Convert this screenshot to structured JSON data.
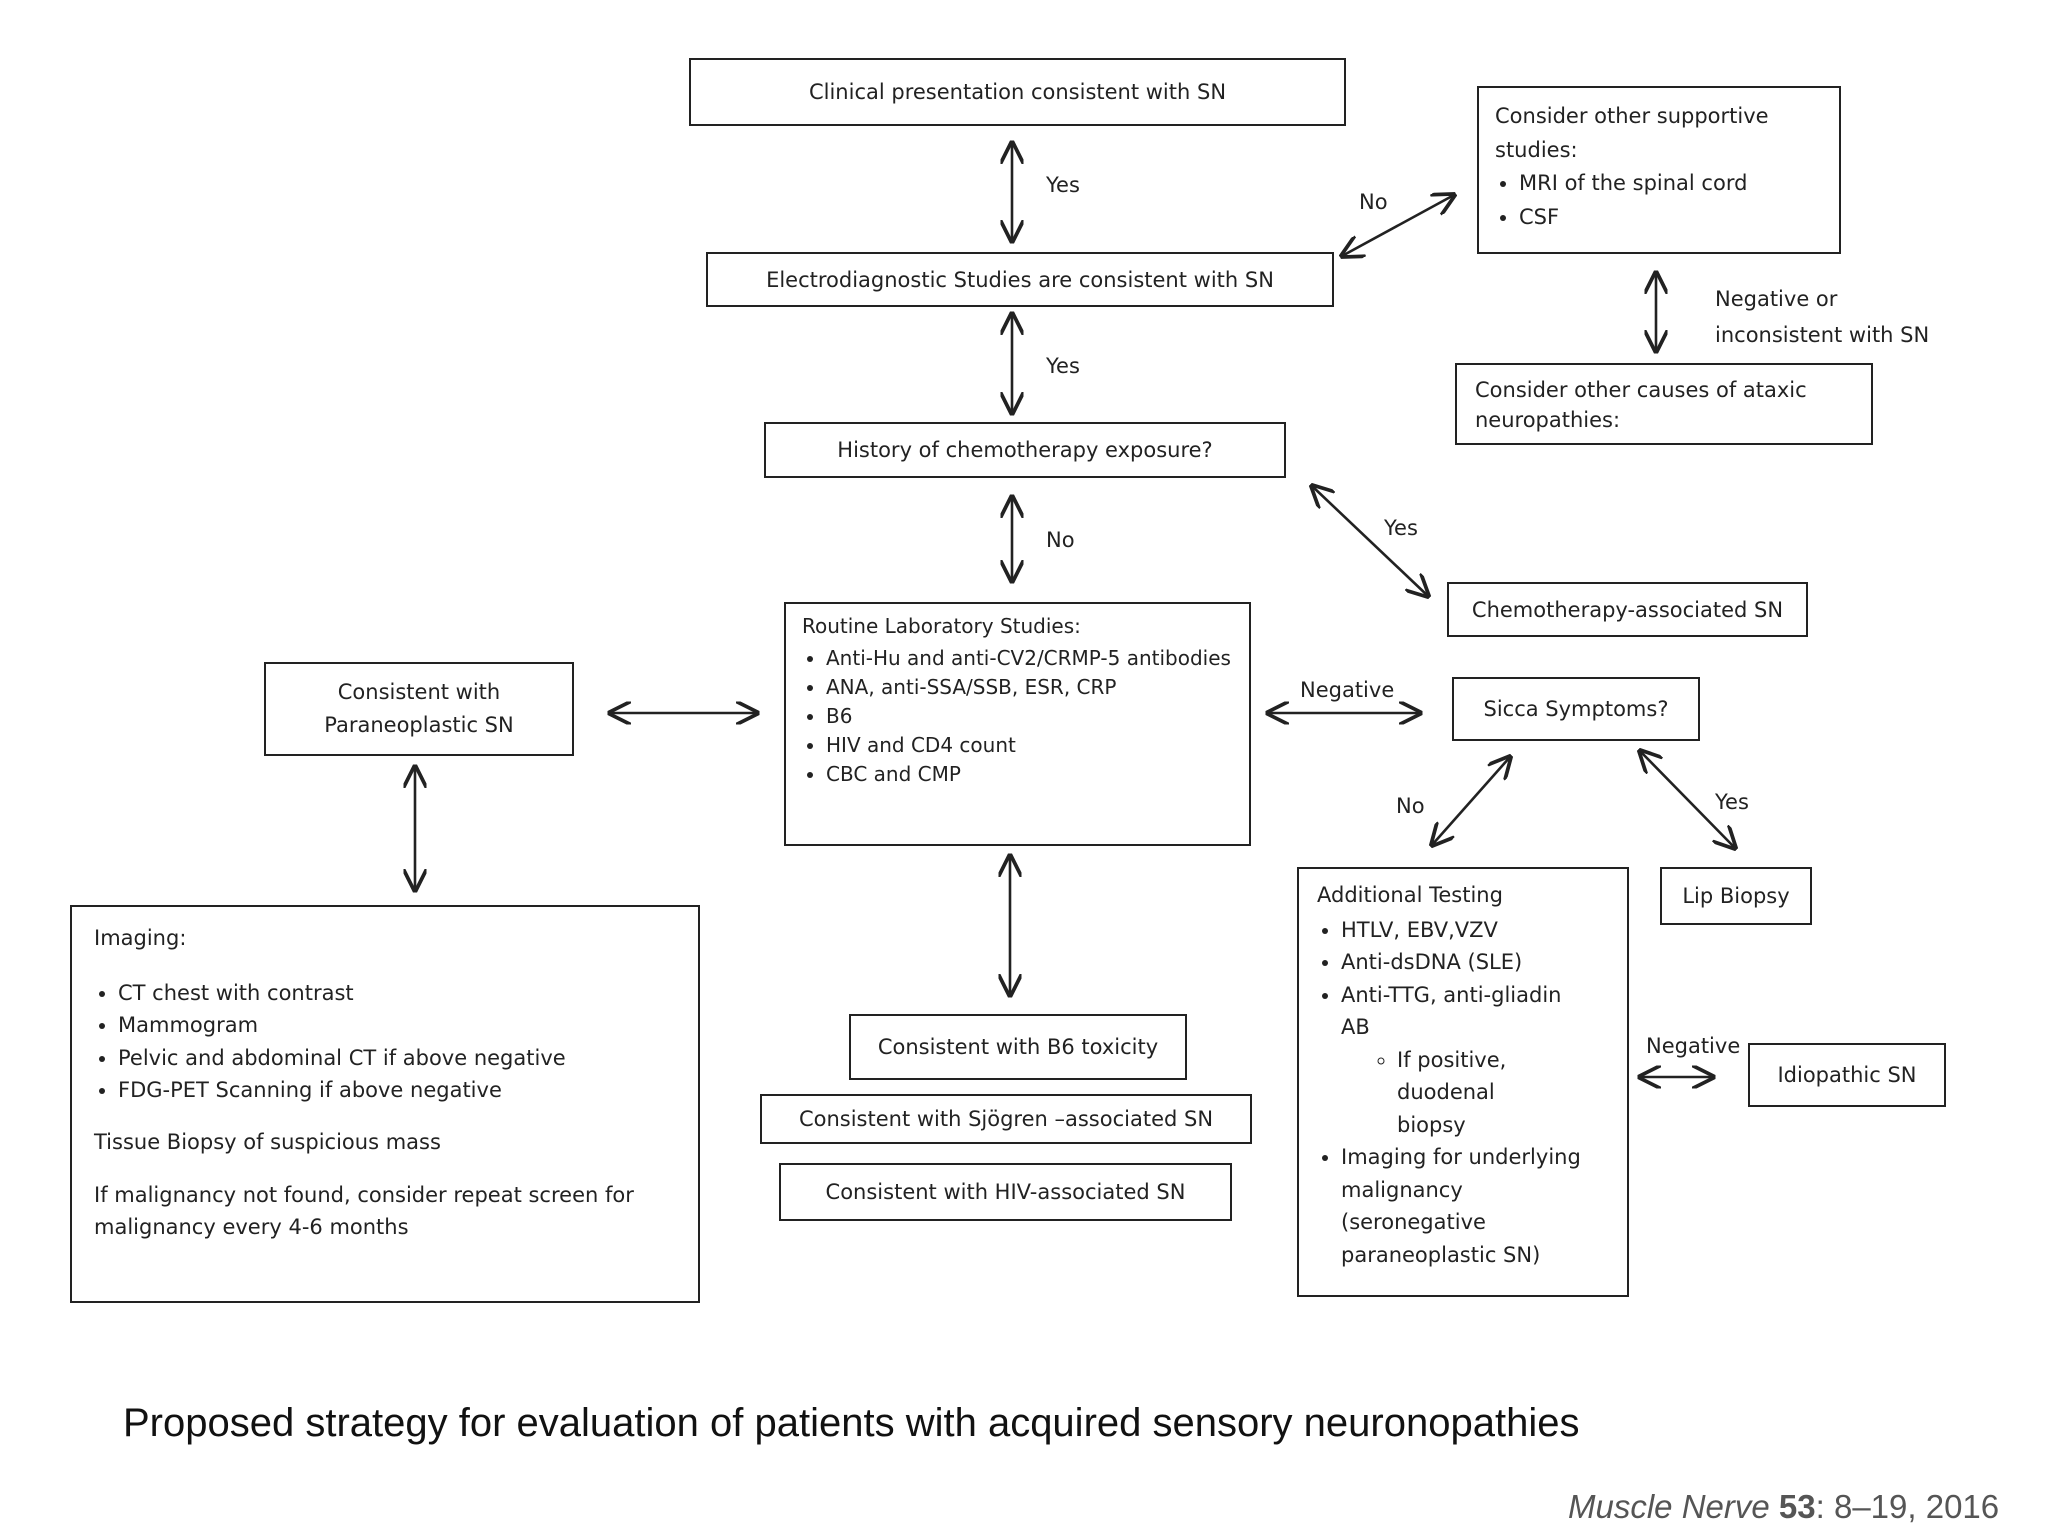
{
  "boxes": {
    "clinical": "Clinical presentation consistent with SN",
    "electro": "Electrodiagnostic Studies are consistent with SN",
    "chemo_history": "History of chemotherapy exposure?",
    "supportive": {
      "title": "Consider other supportive studies:",
      "items": [
        "MRI of the spinal cord",
        "CSF"
      ]
    },
    "other_causes": "Consider other causes of ataxic neuropathies:",
    "chemo_sn": "Chemotherapy-associated SN",
    "routine": {
      "title": "Routine Laboratory Studies:",
      "items": [
        "Anti-Hu and anti-CV2/CRMP-5 antibodies",
        "ANA, anti-SSA/SSB, ESR, CRP",
        "B6",
        "HIV and CD4 count",
        "CBC and CMP"
      ]
    },
    "paraneoplastic": "Consistent with Paraneoplastic SN",
    "sicca": "Sicca Symptoms?",
    "lip_biopsy": "Lip Biopsy",
    "imaging": {
      "title": "Imaging:",
      "items": [
        "CT chest with contrast",
        "Mammogram",
        "Pelvic and abdominal CT if above negative",
        "FDG-PET Scanning if above negative"
      ],
      "tissue": "Tissue Biopsy of suspicious mass",
      "repeat": "If malignancy not found, consider repeat screen for malignancy every 4-6 months"
    },
    "b6": "Consistent with B6 toxicity",
    "sjogren": "Consistent with Sjögren –associated SN",
    "hiv": "Consistent with HIV-associated SN",
    "additional": {
      "title": "Additional Testing",
      "items": [
        "HTLV, EBV,VZV",
        "Anti-dsDNA (SLE)",
        "Anti-TTG, anti-gliadin AB"
      ],
      "subitem": "If positive, duodenal biopsy",
      "last_item": "Imaging for underlying malignancy (seronegative paraneoplastic SN)"
    },
    "idiopathic": "Idiopathic SN"
  },
  "labels": {
    "yes1": "Yes",
    "yes2": "Yes",
    "no_chemo": "No",
    "no_supportive": "No",
    "neg_inconsistent": "Negative or inconsistent with SN",
    "yes_chemo": "Yes",
    "negative_sicca": "Negative",
    "no_sicca": "No",
    "yes_sicca": "Yes",
    "negative_idio": "Negative"
  },
  "caption": "Proposed strategy for evaluation of patients with acquired sensory neuronopathies",
  "citation": {
    "journal": "Muscle Nerve",
    "volume": "53",
    "rest": ": 8–19, 2016"
  }
}
